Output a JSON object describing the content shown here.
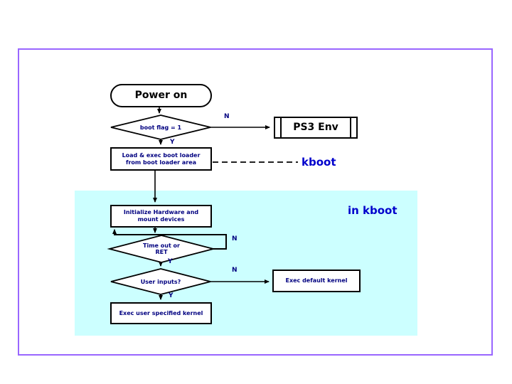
{
  "slide": {
    "frame_color": "#9966ff",
    "region_color": "#ccffff",
    "accent_blue": "#0000cc",
    "text_navy": "#000080"
  },
  "flowchart": {
    "power_on": "Power on",
    "boot_flag_decision": "boot flag = 1",
    "ps3_env": "PS3 Env",
    "load_boot_loader": {
      "line1": "Load & exec boot loader",
      "line2": "from boot loader area"
    },
    "kboot": "kboot",
    "in_kboot": "in kboot",
    "initialize_hw": {
      "line1": "Initialize Hardware and",
      "line2": "mount devices"
    },
    "timeout_decision": {
      "line1": "Time out or",
      "line2": "RET"
    },
    "user_inputs_decision": "User inputs?",
    "exec_default_kernel": "Exec default kernel",
    "exec_user_kernel": "Exec user specified kernel",
    "branch_labels": {
      "boot_flag_n": "N",
      "boot_flag_y": "Y",
      "timeout_n": "N",
      "timeout_y": "Y",
      "user_inputs_n": "N",
      "user_inputs_y": "Y"
    }
  }
}
